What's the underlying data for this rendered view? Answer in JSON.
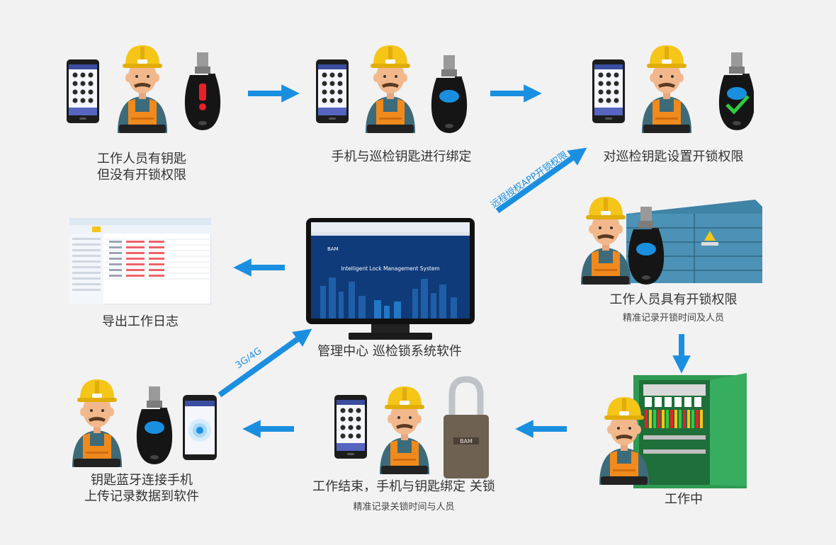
{
  "colors": {
    "arrow": "#1a8fe0",
    "helmet": "#f5c518",
    "vest": "#f08a1c",
    "shirt": "#3d6b7a",
    "skin": "#f2b88c",
    "cabinet_blue": "#3f83a6",
    "cabinet_green": "#2e9a52",
    "check": "#2ecc40",
    "alert": "#e8202a"
  },
  "steps": {
    "no_permission": {
      "line1": "工作人员有钥匙",
      "line2": "但没有开锁权限"
    },
    "binding": {
      "line1": "手机与巡检钥匙进行绑定"
    },
    "set_permission": {
      "line1": "对巡检钥匙设置开锁权限"
    },
    "has_permission": {
      "line1": "工作人员具有开锁权限",
      "sub": "精准记录开锁时间及人员"
    },
    "working": {
      "line1": "工作中"
    },
    "finish": {
      "line1": "工作结束，手机与钥匙绑定 关锁",
      "sub": "精准记录关锁时间与人员"
    },
    "upload": {
      "line1": "钥匙蓝牙连接手机",
      "line2": "上传记录数据到软件"
    },
    "export": {
      "line1": "导出工作日志"
    },
    "center": {
      "line1": "管理中心 巡检锁系统软件"
    }
  },
  "arrow_labels": {
    "remote": "远程授权APP开锁权限",
    "network": "3G/4G"
  },
  "monitor": {
    "screen_title": "Intelligent Lock Management System",
    "logo": "BAM"
  },
  "padlock": {
    "brand": "BAM"
  },
  "icons": [
    "worker-icon",
    "smartphone-icon",
    "electronic-key-icon",
    "monitor-icon",
    "padlock-icon",
    "electrical-cabinet-icon",
    "spreadsheet-icon",
    "arrow-icon"
  ]
}
